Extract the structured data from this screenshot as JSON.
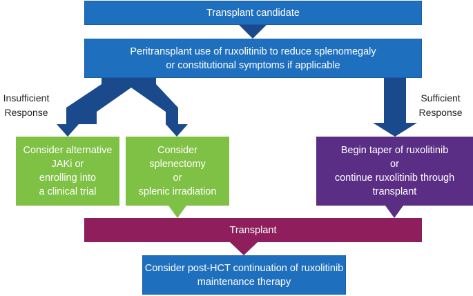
{
  "nodes": {
    "candidate": [
      "Transplant candidate"
    ],
    "peritransplant": [
      "Peritransplant use of ruxolitinib to reduce splenomegaly",
      "or constitutional symptoms if applicable"
    ],
    "alt_jaki": [
      "Consider alternative",
      "JAKi or",
      "enrolling into",
      "a clinical trial"
    ],
    "splenectomy": [
      "Consider",
      "splenectomy",
      "or",
      "splenic irradiation"
    ],
    "taper": [
      "Begin taper of ruxolitinib",
      "or",
      "continue ruxolitinib through",
      "transplant"
    ],
    "transplant": [
      "Transplant"
    ],
    "post_hct": [
      "Consider post-HCT continuation of ruxolitinib",
      "maintenance therapy"
    ]
  },
  "labels": {
    "insufficient": [
      "Insufficient",
      "Response"
    ],
    "sufficient": [
      "Sufficient",
      "Response"
    ]
  },
  "colors": {
    "blue": "#1f6fbf",
    "dark_blue_arrow": "#1b4a8c",
    "green": "#7fc144",
    "purple": "#5b2e86",
    "magenta": "#8e1f5c"
  }
}
